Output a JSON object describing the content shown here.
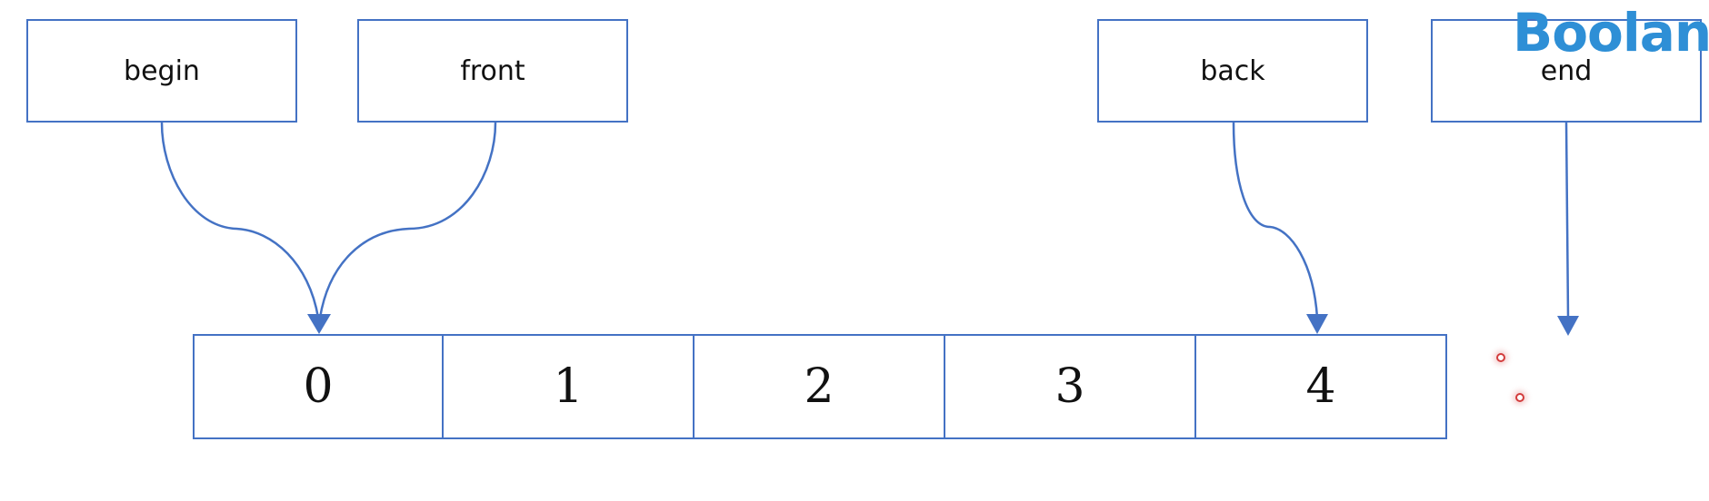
{
  "labels": {
    "begin": "begin",
    "front": "front",
    "back": "back",
    "end": "end"
  },
  "cells": [
    "0",
    "1",
    "2",
    "3",
    "4"
  ],
  "brand": "Boolan",
  "colors": {
    "stroke": "#4472c4",
    "brand": "#2e8fd6",
    "cursor": "#d23b3b"
  }
}
